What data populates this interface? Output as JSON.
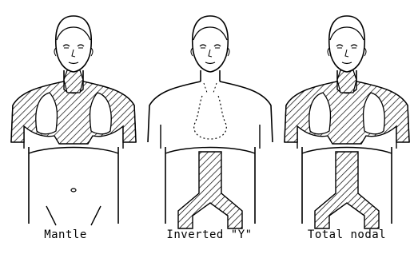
{
  "figures": [
    {
      "label": "Mantle"
    },
    {
      "label": "Inverted \"Y\""
    },
    {
      "label": "Total nodal"
    }
  ],
  "colors": {
    "line": "#000000",
    "background": "#ffffff"
  }
}
